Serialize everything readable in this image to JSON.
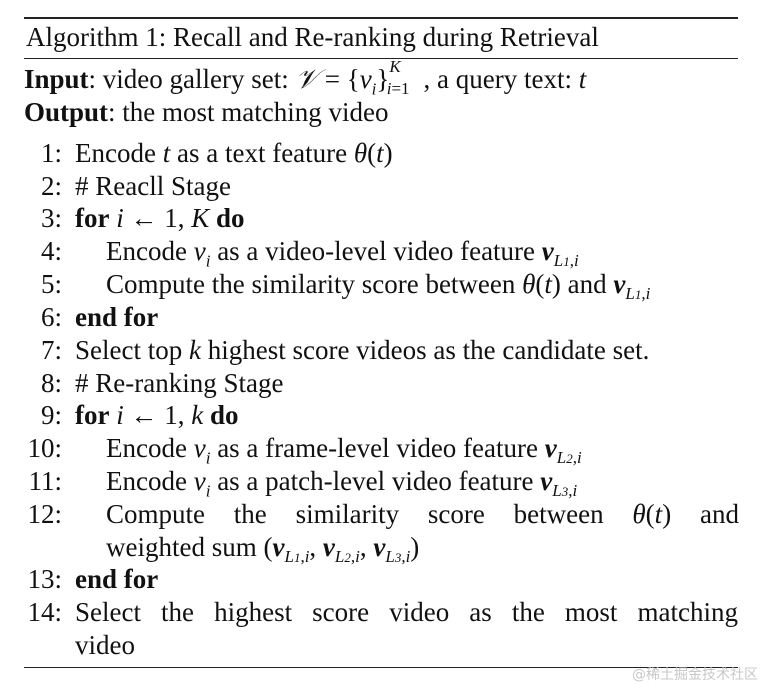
{
  "algorithm": {
    "title": "Algorithm 1: Recall and Re-ranking during Retrieval",
    "input_label": "Input",
    "input_text_1": ": video gallery set: ",
    "input_text_2": ", a query text: ",
    "output_label": "Output",
    "output_text": ": the most matching video",
    "lines": [
      {
        "n": "1:",
        "text": "Encode t as a text feature θ(t)"
      },
      {
        "n": "2:",
        "text": "# Reacll Stage"
      },
      {
        "n": "3:",
        "text": "for i ← 1, K do"
      },
      {
        "n": "4:",
        "text": "Encode v_i as a video-level video feature v_{L1,i}"
      },
      {
        "n": "5:",
        "text": "Compute the similarity score between θ(t) and v_{L1,i}"
      },
      {
        "n": "6:",
        "text": "end for"
      },
      {
        "n": "7:",
        "text": "Select top k highest score videos as the candidate set."
      },
      {
        "n": "8:",
        "text": "# Re-ranking Stage"
      },
      {
        "n": "9:",
        "text": "for i ← 1, k do"
      },
      {
        "n": "10:",
        "text": "Encode v_i as a frame-level video feature v_{L2,i}"
      },
      {
        "n": "11:",
        "text": "Encode v_i as a patch-level video feature v_{L3,i}"
      },
      {
        "n": "12:",
        "text": "Compute the similarity score between θ(t) and weighted sum (v_{L1,i}, v_{L2,i}, v_{L3,i})"
      },
      {
        "n": "13:",
        "text": "end for"
      },
      {
        "n": "14:",
        "text": "Select the highest score video as the most matching video"
      }
    ]
  },
  "watermark": "@稀土掘金技术社区"
}
